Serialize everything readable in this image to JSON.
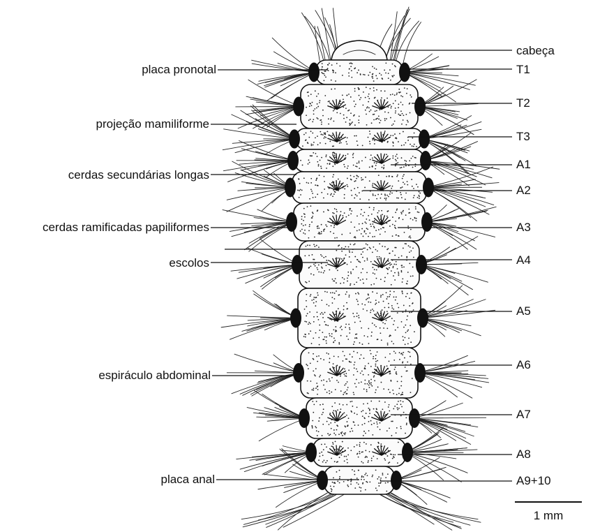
{
  "labels_left": [
    {
      "id": "placa-pronotal",
      "text": "placa pronotal"
    },
    {
      "id": "projecao-mamiliforme",
      "text": "projeção mamiliforme"
    },
    {
      "id": "cerdas-secundarias-longas",
      "text": "cerdas secundárias longas"
    },
    {
      "id": "cerdas-ramificadas-papiliformes",
      "text": "cerdas ramificadas papiliformes"
    },
    {
      "id": "escolos",
      "text": "escolos"
    },
    {
      "id": "espiraculo-abdominal",
      "text": "espiráculo abdominal"
    },
    {
      "id": "placa-anal",
      "text": "placa anal"
    }
  ],
  "labels_right": [
    {
      "id": "cabeca",
      "text": "cabeça"
    },
    {
      "id": "t1",
      "text": "T1"
    },
    {
      "id": "t2",
      "text": "T2"
    },
    {
      "id": "t3",
      "text": "T3"
    },
    {
      "id": "a1",
      "text": "A1"
    },
    {
      "id": "a2",
      "text": "A2"
    },
    {
      "id": "a3",
      "text": "A3"
    },
    {
      "id": "a4",
      "text": "A4"
    },
    {
      "id": "a5",
      "text": "A5"
    },
    {
      "id": "a6",
      "text": "A6"
    },
    {
      "id": "a7",
      "text": "A7"
    },
    {
      "id": "a8",
      "text": "A8"
    },
    {
      "id": "a9-10",
      "text": "A9+10"
    }
  ],
  "scale_bar": {
    "label": "1 mm"
  },
  "colors": {
    "ink": "#111111",
    "background": "#ffffff",
    "body_fill": "#fbfbfb"
  }
}
